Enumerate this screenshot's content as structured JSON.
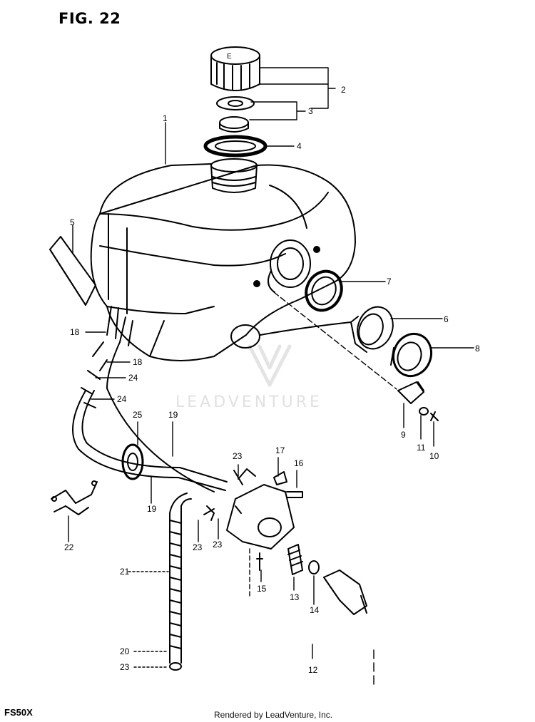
{
  "figure": {
    "title": "FIG. 22",
    "model": "FS50X"
  },
  "footer": {
    "rendered_by": "Rendered by LeadVenture, Inc."
  },
  "watermark": {
    "text": "LEADVENTURE",
    "icon": "leadventure-logo-icon"
  },
  "callouts": [
    {
      "id": "c1",
      "label": "1"
    },
    {
      "id": "c2",
      "label": "2"
    },
    {
      "id": "c3",
      "label": "3"
    },
    {
      "id": "c4",
      "label": "4"
    },
    {
      "id": "c5",
      "label": "5"
    },
    {
      "id": "c6",
      "label": "6"
    },
    {
      "id": "c7",
      "label": "7"
    },
    {
      "id": "c8",
      "label": "8"
    },
    {
      "id": "c9",
      "label": "9"
    },
    {
      "id": "c10",
      "label": "10"
    },
    {
      "id": "c11",
      "label": "11"
    },
    {
      "id": "c12",
      "label": "12"
    },
    {
      "id": "c13",
      "label": "13"
    },
    {
      "id": "c14",
      "label": "14"
    },
    {
      "id": "c15",
      "label": "15"
    },
    {
      "id": "c16",
      "label": "16"
    },
    {
      "id": "c17",
      "label": "17"
    },
    {
      "id": "c18a",
      "label": "18"
    },
    {
      "id": "c18b",
      "label": "18"
    },
    {
      "id": "c19a",
      "label": "19"
    },
    {
      "id": "c19b",
      "label": "19"
    },
    {
      "id": "c20",
      "label": "20"
    },
    {
      "id": "c21",
      "label": "21"
    },
    {
      "id": "c22",
      "label": "22"
    },
    {
      "id": "c23a",
      "label": "23"
    },
    {
      "id": "c23b",
      "label": "23"
    },
    {
      "id": "c23c",
      "label": "23"
    },
    {
      "id": "c23d",
      "label": "23"
    },
    {
      "id": "c24a",
      "label": "24"
    },
    {
      "id": "c24b",
      "label": "24"
    },
    {
      "id": "c25",
      "label": "25"
    }
  ]
}
